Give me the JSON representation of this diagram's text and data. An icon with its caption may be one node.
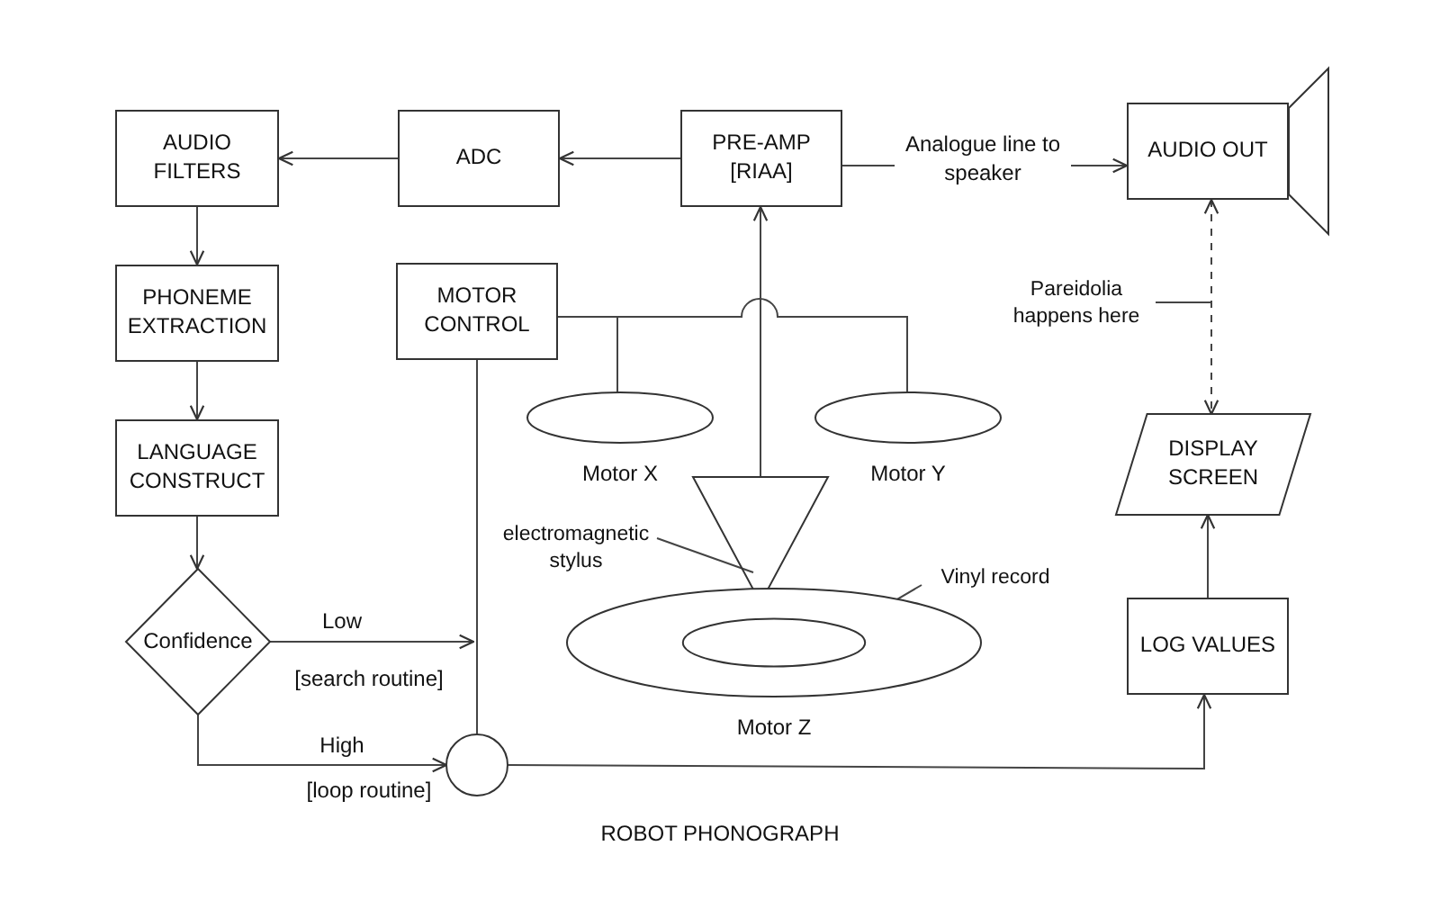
{
  "diagram": {
    "caption": "ROBOT PHONOGRAPH",
    "nodes": [
      {
        "text": [
          "AUDIO FILTERS"
        ]
      },
      {
        "text": [
          "ADC"
        ]
      },
      {
        "text": [
          "PRE-AMP [RIAA]"
        ]
      },
      {
        "text": [
          "AUDIO OUT"
        ]
      },
      {
        "text": [
          "PHONEME EXTRACTION"
        ]
      },
      {
        "text": [
          "MOTOR CONTROL"
        ]
      },
      {
        "text": [],
        "shape": "ellipse",
        "beside": [
          "Motor X"
        ]
      },
      {
        "text": [],
        "shape": "ellipse",
        "beside": [
          "Motor Y"
        ]
      },
      {
        "text": [],
        "shape": "triangle"
      },
      {
        "text": [
          "LANGUAGE CONSTRUCT"
        ]
      },
      {
        "text": [
          "Confidence"
        ]
      },
      {
        "text": [],
        "shape": "ellipse",
        "beside": [
          "Motor Z"
        ]
      },
      {
        "text": [],
        "shape": "circle"
      },
      {
        "text": [
          "DISPLAY SCREEN"
        ]
      },
      {
        "text": [
          "LOG VALUES"
        ]
      },
      {
        "text": [
          "electromagnetic stylus"
        ]
      },
      {
        "text": [
          "Vinyl record"
        ]
      },
      {
        "text": [
          "Pareidolia happens here"
        ]
      }
    ],
    "edges": [
      {
        "from": 2,
        "to": 1,
        "arrow": "to"
      },
      {
        "from": 1,
        "to": 0,
        "arrow": "to"
      },
      {
        "from": 0,
        "to": 4,
        "arrow": "to"
      },
      {
        "from": 4,
        "to": 9,
        "arrow": "to"
      },
      {
        "from": 9,
        "to": 10,
        "arrow": "to"
      },
      {
        "from": 2,
        "to": 3,
        "arrow": "to",
        "label": "Analogue line to speaker"
      },
      {
        "from": 3,
        "to": 13,
        "arrow": "both",
        "style": "dashed"
      },
      {
        "from": 14,
        "to": 13,
        "arrow": "to"
      },
      {
        "from": 8,
        "to": 2,
        "arrow": "to"
      },
      {
        "from": 5,
        "to": 6,
        "arrow": "none"
      },
      {
        "from": 5,
        "to": 7,
        "arrow": "none"
      },
      {
        "from": 5,
        "to": 12,
        "arrow": "none"
      },
      {
        "from": 10,
        "to": null,
        "arrow": "to",
        "label": "Low"
      },
      {
        "from": 10,
        "to": 12,
        "arrow": "to",
        "label": "High"
      },
      {
        "from": 12,
        "to": 14,
        "arrow": "to"
      },
      {
        "from": 15,
        "to": 8,
        "arrow": "none"
      },
      {
        "from": 16,
        "to": 11,
        "arrow": "none"
      },
      {
        "from": 17,
        "to": null,
        "arrow": "none"
      }
    ],
    "labels": [
      "[search routine]",
      "[loop routine]"
    ]
  }
}
